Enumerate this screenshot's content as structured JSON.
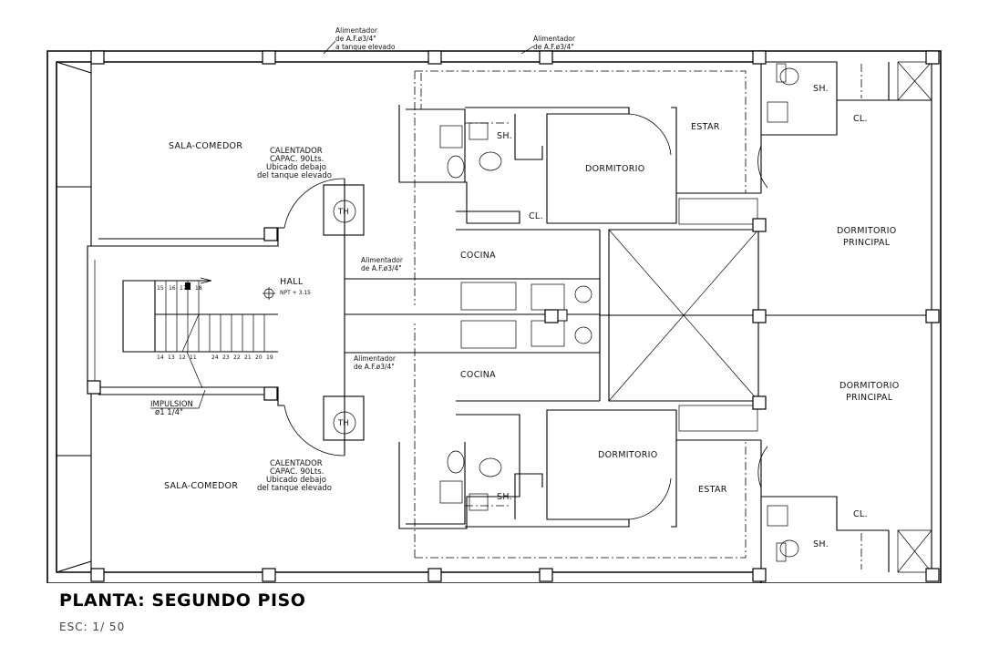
{
  "drawing": {
    "title": "PLANTA: SEGUNDO PISO",
    "scale": "ESC: 1/ 50",
    "feeders_top": [
      {
        "line1": "Alimentador",
        "line2": "de A.F.ø3/4\"",
        "line3": "a tanque elevado"
      },
      {
        "line1": "Alimentador",
        "line2": "de A.F.ø3/4\""
      }
    ],
    "rooms": {
      "sala_top": "SALA-COMEDOR",
      "sala_bottom": "SALA-COMEDOR",
      "hall": "HALL",
      "hall_level": "NPT + 3.15",
      "cocina_top": "COCINA",
      "cocina_bottom": "COCINA",
      "dormitorio_top": "DORMITORIO",
      "dormitorio_bottom": "DORMITORIO",
      "estar_top": "ESTAR",
      "estar_bottom": "ESTAR",
      "dormitorio_principal_top_1": "DORMITORIO",
      "dormitorio_principal_top_2": "PRINCIPAL",
      "dormitorio_principal_bottom_1": "DORMITORIO",
      "dormitorio_principal_bottom_2": "PRINCIPAL",
      "sh": "SH.",
      "cl": "CL.",
      "th": "TH"
    },
    "heater": {
      "line1": "CALENTADOR",
      "line2": "CAPAC. 90Lts.",
      "line3": "Ubicado debajo",
      "line4": "del tanque elevado"
    },
    "feeder_center": {
      "line1": "Alimentador",
      "line2": "de A.F.ø3/4\""
    },
    "impulsion": {
      "line1": "IMPULSION",
      "line2": "ø1 1/4\""
    },
    "steps_top": [
      "15",
      "16",
      "17",
      "18"
    ],
    "steps_bottom": [
      "14",
      "13",
      "12",
      "11",
      "24",
      "23",
      "22",
      "21",
      "20",
      "19"
    ]
  }
}
